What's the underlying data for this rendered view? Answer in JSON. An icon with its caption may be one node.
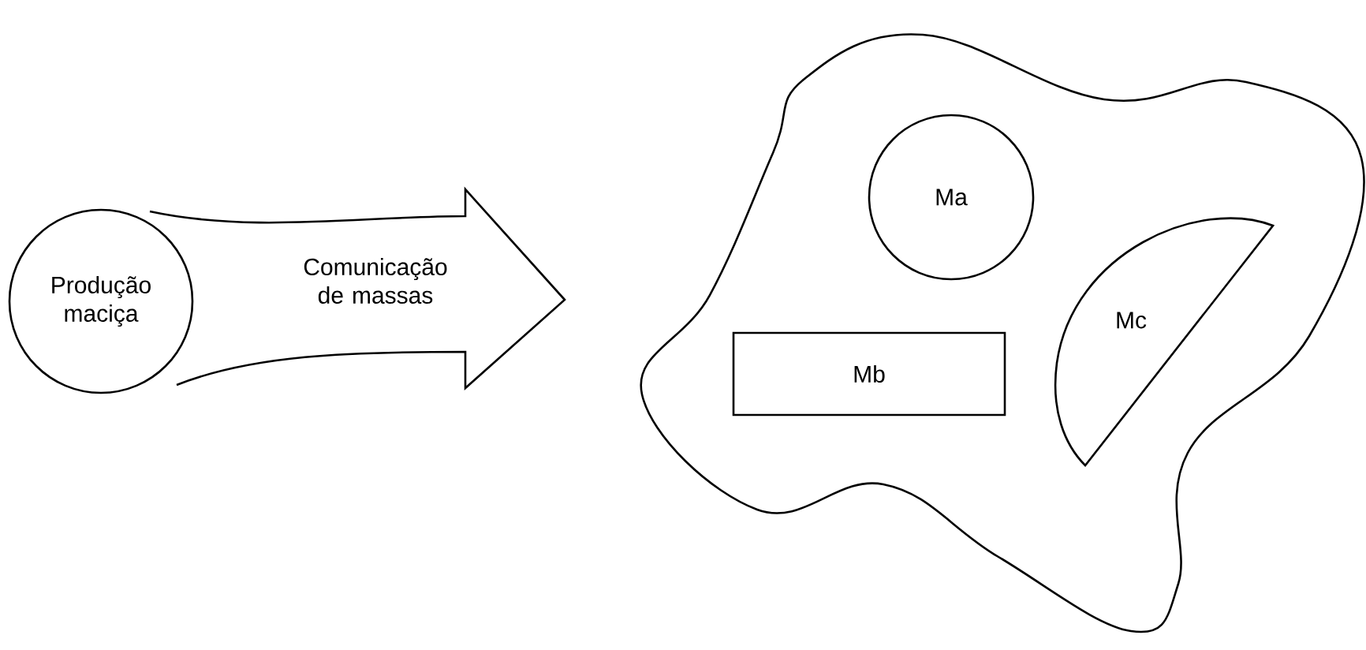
{
  "diagram": {
    "nodes": [
      {
        "text": [
          "Produção maciça"
        ]
      },
      {
        "text": [
          "Comunicação de massas"
        ]
      },
      {
        "text": [],
        "shape": "cloud"
      },
      {
        "text": [
          "Ma"
        ],
        "in": 2
      },
      {
        "text": [
          "Mb"
        ],
        "in": 2
      },
      {
        "text": [
          "Mc"
        ],
        "in": 2
      }
    ]
  }
}
